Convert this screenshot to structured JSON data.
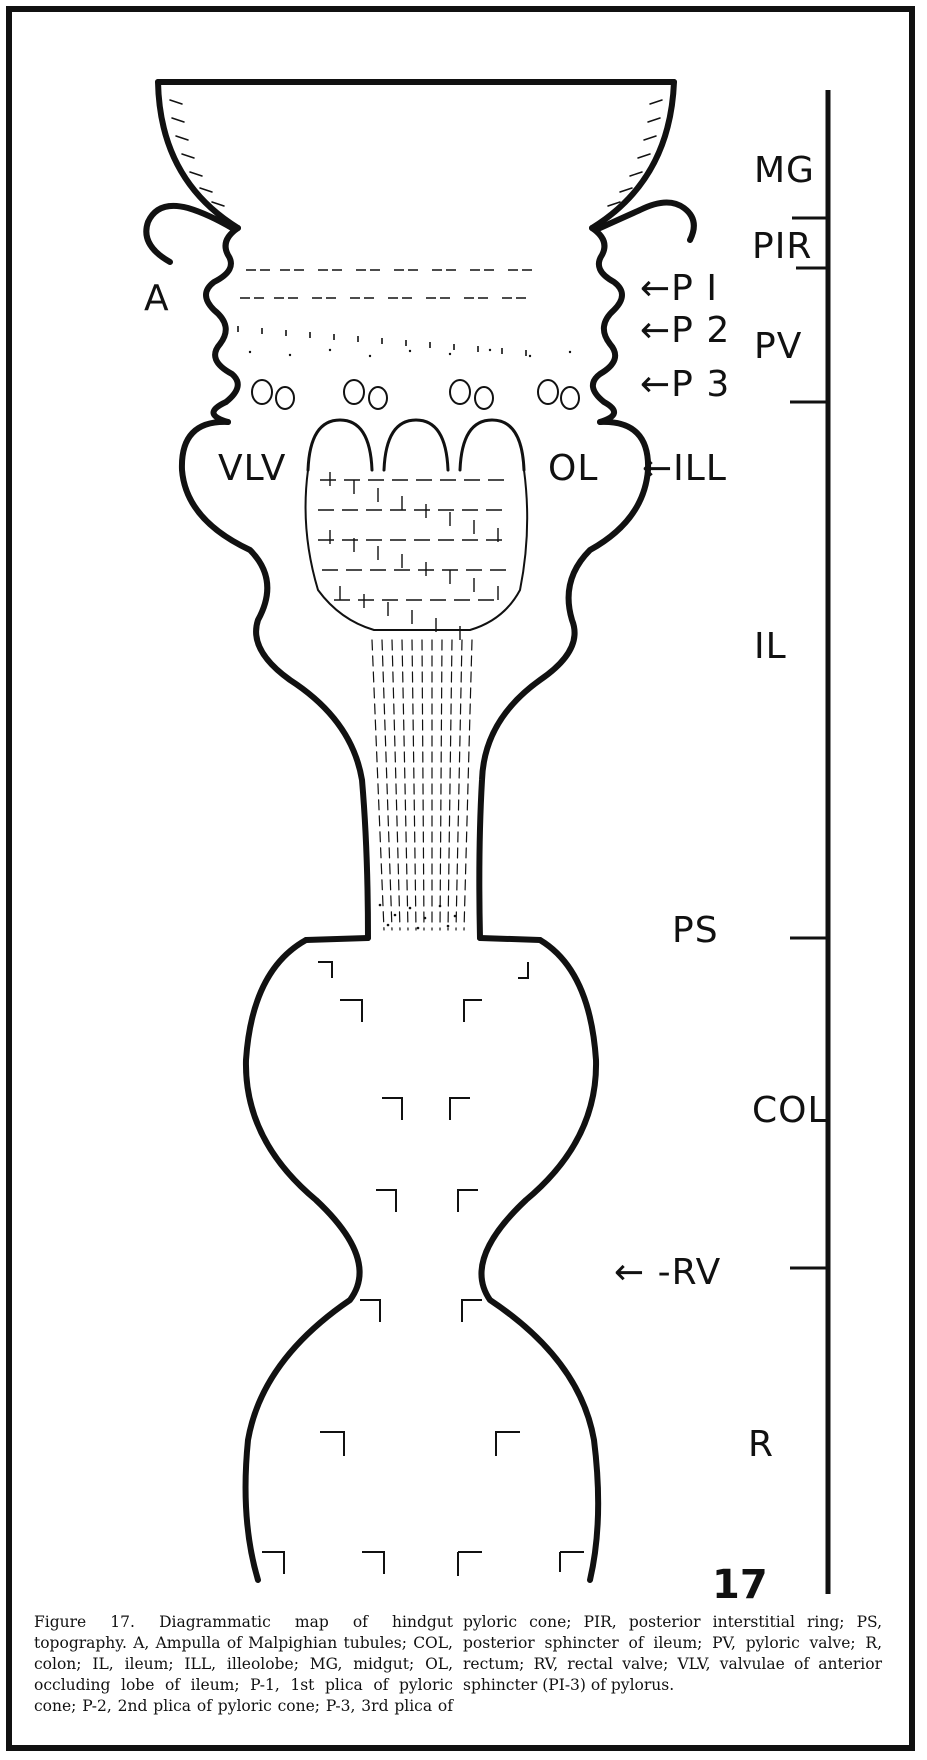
{
  "figure_number": "17",
  "labels": {
    "MG": "MG",
    "PIR": "PIR",
    "PV": "PV",
    "A": "A",
    "P1": "←P I",
    "P2": "←P 2",
    "P3": "←P 3",
    "VLV": "VLV",
    "OL": "OL",
    "ILL": "←ILL",
    "IL": "IL",
    "PS": "PS",
    "COL": "COL",
    "RV": "← -RV",
    "R": "R"
  },
  "caption": "Figure 17. Diagrammatic map of hindgut topography. A, Ampulla of Malpighian tubules; COL, colon; IL, ileum; ILL, illeolobe; MG, midgut; OL, occluding lobe of ileum; P-1, 1st plica of pyloric cone; P-2, 2nd plica of pyloric cone; P-3, 3rd plica of pyloric cone; PIR, posterior interstitial ring; PS, posterior sphincter of ileum; PV, pyloric valve; R, rectum; RV, rectal valve; VLV, valvulae of anterior sphincter (PI-3) of pylorus."
}
